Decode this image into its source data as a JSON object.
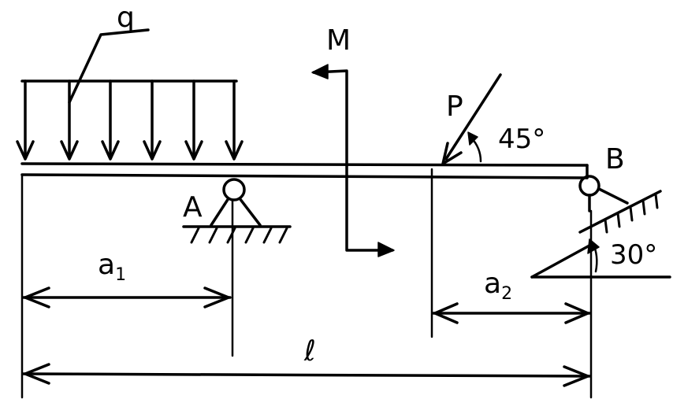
{
  "labels": {
    "q": "q",
    "M": "M",
    "P": "P",
    "A": "A",
    "B": "B",
    "a1_main": "a",
    "a1_sub": "1",
    "a2_main": "a",
    "a2_sub": "2",
    "l": "ℓ",
    "angle_P": "45°",
    "angle_B": "30°"
  }
}
